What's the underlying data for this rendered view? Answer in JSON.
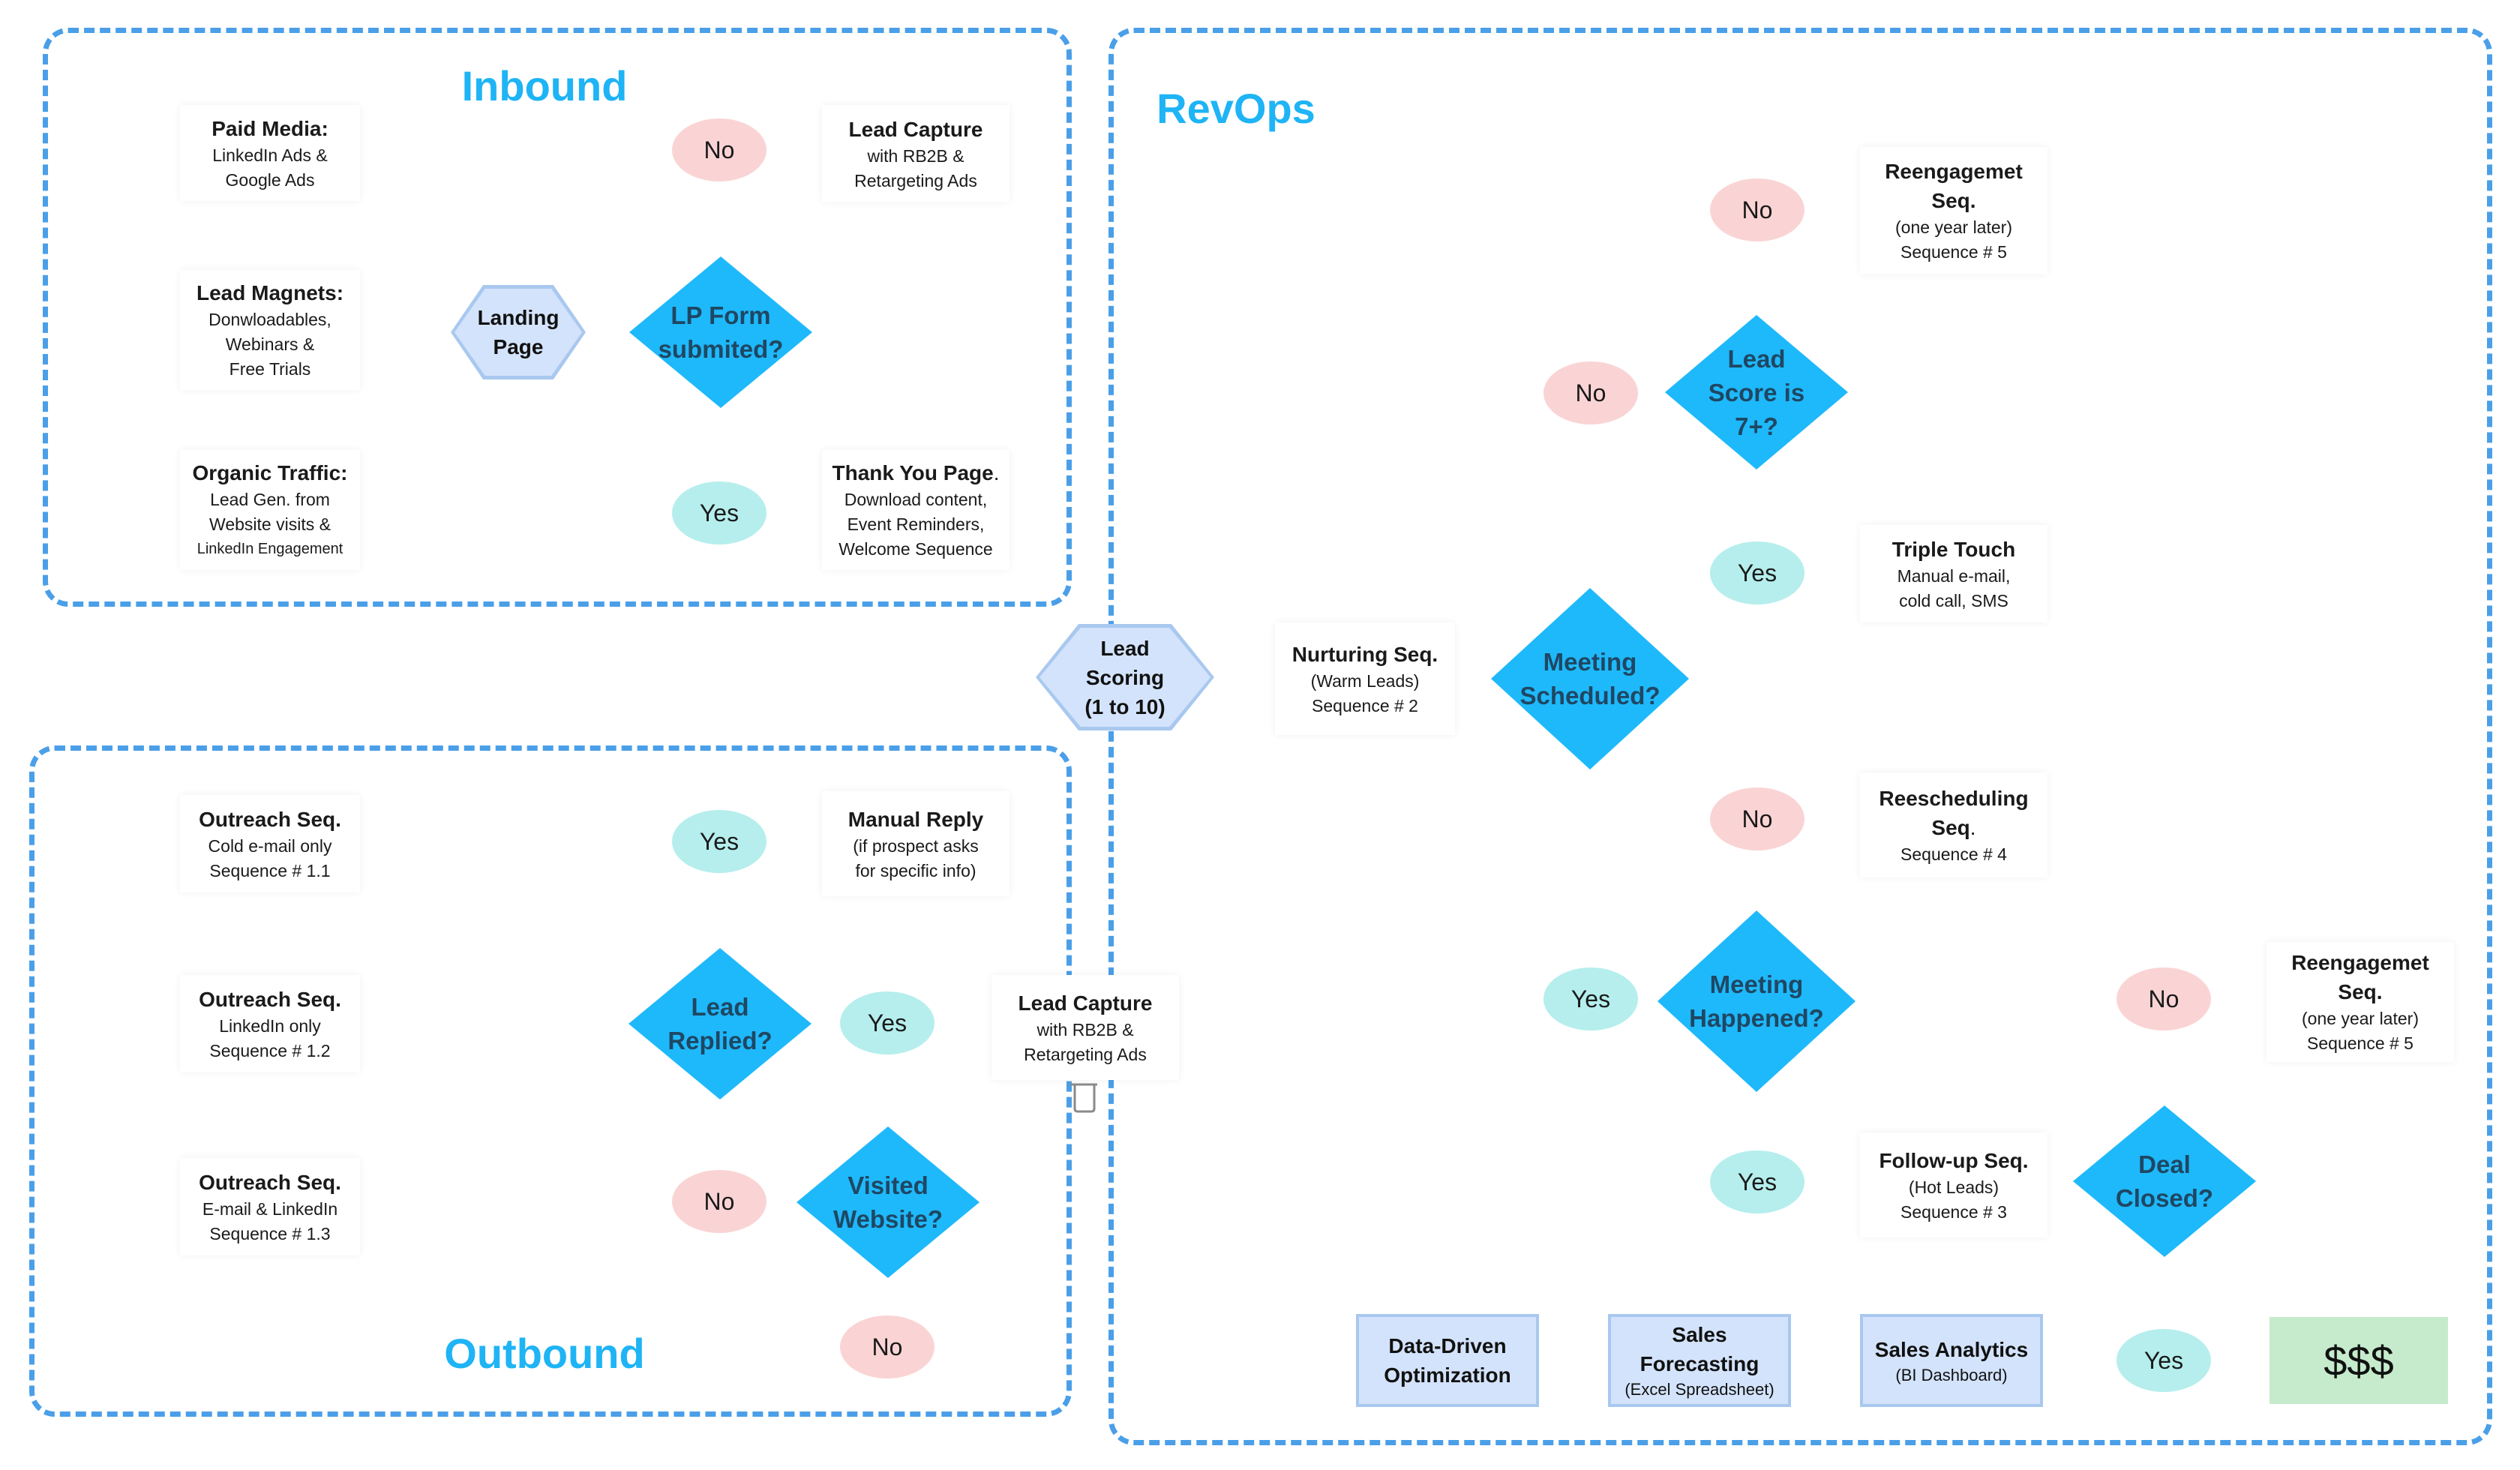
{
  "regions": {
    "inbound": {
      "title": "Inbound"
    },
    "outbound": {
      "title": "Outbound"
    },
    "revops": {
      "title": "RevOps"
    }
  },
  "inbound": {
    "paid_media": {
      "title": "Paid Media:",
      "lines": [
        "LinkedIn Ads &",
        "Google Ads"
      ]
    },
    "lead_magnets": {
      "title": "Lead Magnets:",
      "lines": [
        "Donwloadables,",
        "Webinars &",
        "Free Trials"
      ]
    },
    "organic_traffic": {
      "title": "Organic Traffic:",
      "lines": [
        "Lead Gen. from",
        "Website visits &",
        "LinkedIn Engagement"
      ]
    },
    "landing_page": {
      "line1": "Landing",
      "line2": "Page"
    },
    "lp_form": {
      "line1": "LP Form",
      "line2": "submited?"
    },
    "no": "No",
    "yes": "Yes",
    "lead_capture": {
      "title": "Lead Capture",
      "lines": [
        "with RB2B &",
        "Retargeting Ads"
      ]
    },
    "thank_you": {
      "title": "Thank You Page",
      "title_suffix": ".",
      "lines": [
        "Download content,",
        "Event Reminders,",
        "Welcome Sequence"
      ]
    }
  },
  "outbound": {
    "seq_11": {
      "title": "Outreach Seq.",
      "lines": [
        "Cold e-mail only",
        "Sequence # 1.1"
      ]
    },
    "seq_12": {
      "title": "Outreach Seq.",
      "lines": [
        "LinkedIn only",
        "Sequence # 1.2"
      ]
    },
    "seq_13": {
      "title": "Outreach Seq.",
      "lines": [
        "E-mail & LinkedIn",
        "Sequence # 1.3"
      ]
    },
    "yes_top": "Yes",
    "manual_reply": {
      "title": "Manual Reply",
      "lines": [
        "(if prospect asks",
        "for specific info)"
      ]
    },
    "lead_replied": {
      "line1": "Lead",
      "line2": "Replied?"
    },
    "yes_mid": "Yes",
    "no_low": "No",
    "visited_website": {
      "line1": "Visited",
      "line2": "Website?"
    },
    "no_bottom": "No",
    "lead_capture": {
      "title": "Lead Capture",
      "lines": [
        "with RB2B &",
        "Retargeting Ads"
      ]
    }
  },
  "center": {
    "lead_scoring": {
      "line1": "Lead",
      "line2": "Scoring",
      "line3": "(1 to 10)"
    }
  },
  "revops": {
    "nurturing": {
      "title": "Nurturing Seq.",
      "lines": [
        "(Warm Leads)",
        "Sequence # 2"
      ]
    },
    "meeting_scheduled": {
      "line1": "Meeting",
      "line2": "Scheduled?"
    },
    "no_1": "No",
    "reengage_1": {
      "title1": "Reengagemet",
      "title2": "Seq.",
      "lines": [
        "(one year later)",
        "Sequence # 5"
      ]
    },
    "no_2": "No",
    "lead_score": {
      "line1": "Lead",
      "line2": "Score is",
      "line3": "7+?"
    },
    "yes_1": "Yes",
    "triple_touch": {
      "title": "Triple Touch",
      "lines": [
        "Manual e-mail,",
        "cold call, SMS"
      ]
    },
    "no_3": "No",
    "rescheduling": {
      "title1": "Reescheduling",
      "title2": "Seq",
      "title2_suffix": ".",
      "lines": [
        "Sequence # 4"
      ]
    },
    "yes_2": "Yes",
    "meeting_happened": {
      "line1": "Meeting",
      "line2": "Happened?"
    },
    "no_4": "No",
    "reengage_2": {
      "title1": "Reengagemet",
      "title2": "Seq.",
      "lines": [
        "(one year later)",
        "Sequence # 5"
      ]
    },
    "yes_3": "Yes",
    "follow_up": {
      "title": "Follow-up Seq.",
      "lines": [
        "(Hot Leads)",
        "Sequence # 3"
      ]
    },
    "deal_closed": {
      "line1": "Deal",
      "line2": "Closed?"
    },
    "yes_4": "Yes",
    "money": "$$$",
    "data_driven": {
      "line1": "Data-Driven",
      "line2": "Optimization"
    },
    "sales_forecasting": {
      "line1": "Sales",
      "line2": "Forecasting",
      "line3": "(Excel Spreadsheet)"
    },
    "sales_analytics": {
      "line1": "Sales Analytics",
      "line2": "(BI Dashboard)"
    }
  }
}
